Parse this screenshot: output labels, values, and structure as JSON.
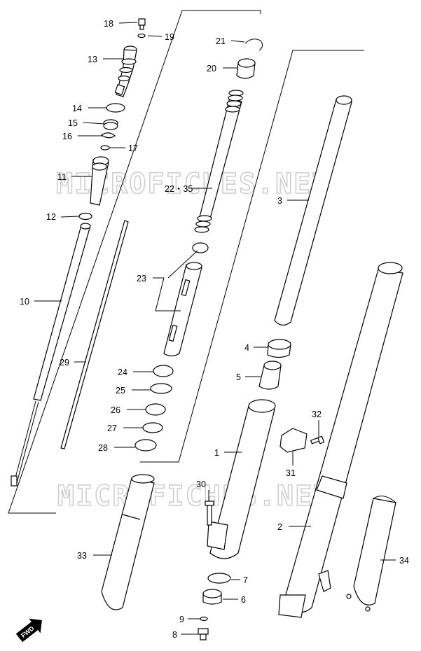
{
  "watermark": "MICROFICHES.NET",
  "badge": {
    "label": "FWD"
  },
  "callouts": [
    {
      "id": "18",
      "text": "18"
    },
    {
      "id": "19",
      "text": "19"
    },
    {
      "id": "13",
      "text": "13"
    },
    {
      "id": "14",
      "text": "14"
    },
    {
      "id": "15",
      "text": "15"
    },
    {
      "id": "16",
      "text": "16"
    },
    {
      "id": "17",
      "text": "17"
    },
    {
      "id": "11",
      "text": "11"
    },
    {
      "id": "12",
      "text": "12"
    },
    {
      "id": "10",
      "text": "10"
    },
    {
      "id": "29",
      "text": "29"
    },
    {
      "id": "21",
      "text": "21"
    },
    {
      "id": "20",
      "text": "20"
    },
    {
      "id": "22-35",
      "text": "22・35"
    },
    {
      "id": "23",
      "text": "23"
    },
    {
      "id": "24",
      "text": "24"
    },
    {
      "id": "25",
      "text": "25"
    },
    {
      "id": "26",
      "text": "26"
    },
    {
      "id": "27",
      "text": "27"
    },
    {
      "id": "28",
      "text": "28"
    },
    {
      "id": "3",
      "text": "3"
    },
    {
      "id": "4",
      "text": "4"
    },
    {
      "id": "5",
      "text": "5"
    },
    {
      "id": "32",
      "text": "32"
    },
    {
      "id": "31",
      "text": "31"
    },
    {
      "id": "1",
      "text": "1"
    },
    {
      "id": "30",
      "text": "30"
    },
    {
      "id": "2",
      "text": "2"
    },
    {
      "id": "33",
      "text": "33"
    },
    {
      "id": "34",
      "text": "34"
    },
    {
      "id": "7",
      "text": "7"
    },
    {
      "id": "6",
      "text": "6"
    },
    {
      "id": "9",
      "text": "9"
    },
    {
      "id": "8",
      "text": "8"
    }
  ]
}
